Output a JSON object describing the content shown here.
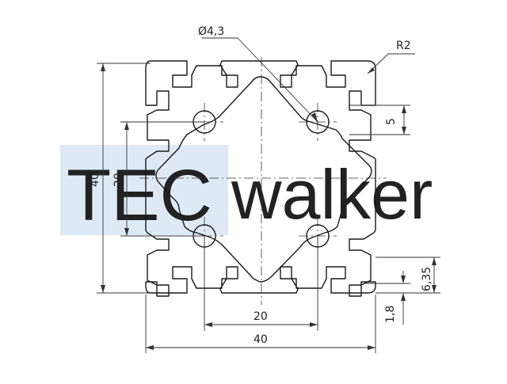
{
  "watermark": {
    "brand_tec": "TEC",
    "brand_walker": "walker",
    "box_color": "#ddeaf6",
    "tec_color": "#ffffff",
    "walker_color": "#e3e3e3"
  },
  "dimensions": {
    "hole_diameter": "Ø4,3",
    "corner_radius": "R2",
    "slot_width": "5",
    "height_overall": "40",
    "height_hole_pitch": "20",
    "width_hole_pitch": "20",
    "width_overall": "40",
    "slot_depth": "6,35",
    "wall_thickness": "1,8"
  },
  "colors": {
    "line": "#1a1a1a",
    "dim": "#333333"
  }
}
